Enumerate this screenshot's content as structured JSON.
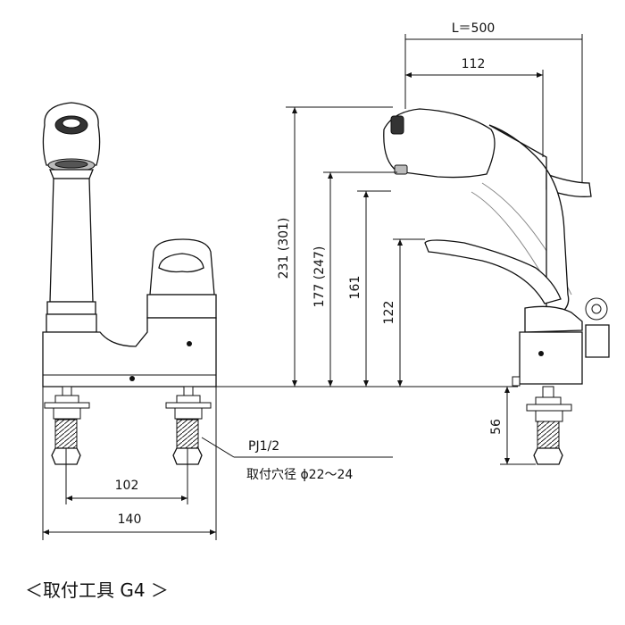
{
  "dimensions": {
    "hose_length": "L＝500",
    "spout_reach": "112",
    "height_max": "231 (301)",
    "height_spout_max": "177 (247)",
    "height_spout": "161",
    "height_lever": "122",
    "height_below_deck": "56",
    "hole_pitch": "102",
    "base_width": "140",
    "thread_size": "PJ1/2",
    "mounting_hole": "取付穴径 ϕ22～24"
  },
  "caption": "＜取付工具 G4 ＞",
  "colors": {
    "line": "#111111",
    "ghost": "#888888",
    "body_fill": "#ffffff"
  }
}
